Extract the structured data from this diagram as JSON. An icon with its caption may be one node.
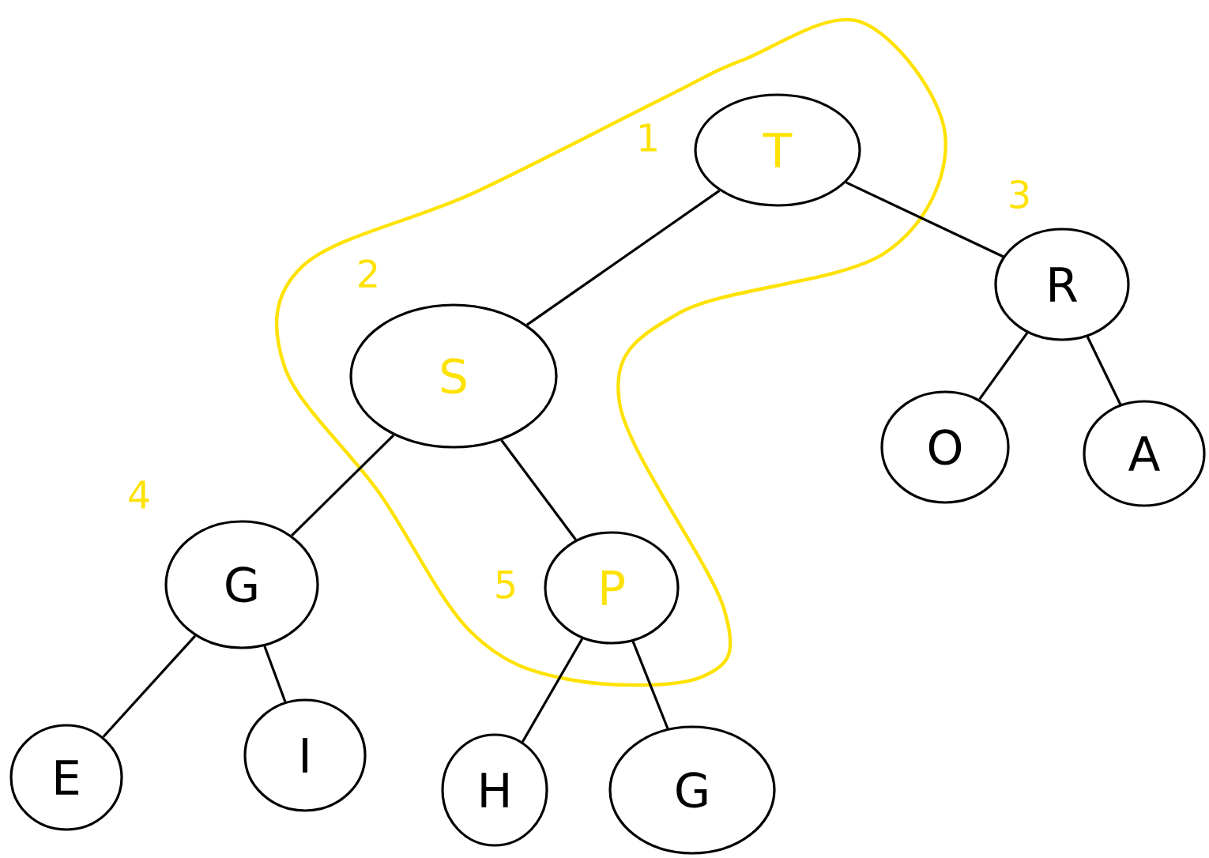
{
  "diagram": {
    "nodes": [
      {
        "text": [
          "T"
        ],
        "beside": [
          "1"
        ]
      },
      {
        "text": [
          "S"
        ],
        "beside": [
          "2"
        ]
      },
      {
        "text": [
          "R"
        ],
        "beside": [
          "3"
        ]
      },
      {
        "text": [
          "G"
        ],
        "beside": [
          "4"
        ]
      },
      {
        "text": [
          "P"
        ],
        "beside": [
          "5"
        ]
      },
      {
        "text": [
          "O"
        ]
      },
      {
        "text": [
          "A"
        ]
      },
      {
        "text": [
          "E"
        ]
      },
      {
        "text": [
          "I"
        ]
      },
      {
        "text": [
          "H"
        ]
      },
      {
        "text": [
          "G"
        ]
      }
    ],
    "edges": [
      {
        "from": 0,
        "to": 1,
        "arrow": "none"
      },
      {
        "from": 0,
        "to": 2,
        "arrow": "none"
      },
      {
        "from": 1,
        "to": 3,
        "arrow": "none"
      },
      {
        "from": 1,
        "to": 4,
        "arrow": "none"
      },
      {
        "from": 2,
        "to": 5,
        "arrow": "none"
      },
      {
        "from": 2,
        "to": 6,
        "arrow": "none"
      },
      {
        "from": 3,
        "to": 7,
        "arrow": "none"
      },
      {
        "from": 3,
        "to": 8,
        "arrow": "none"
      },
      {
        "from": 4,
        "to": 9,
        "arrow": "none"
      },
      {
        "from": 4,
        "to": 10,
        "arrow": "none"
      }
    ]
  }
}
